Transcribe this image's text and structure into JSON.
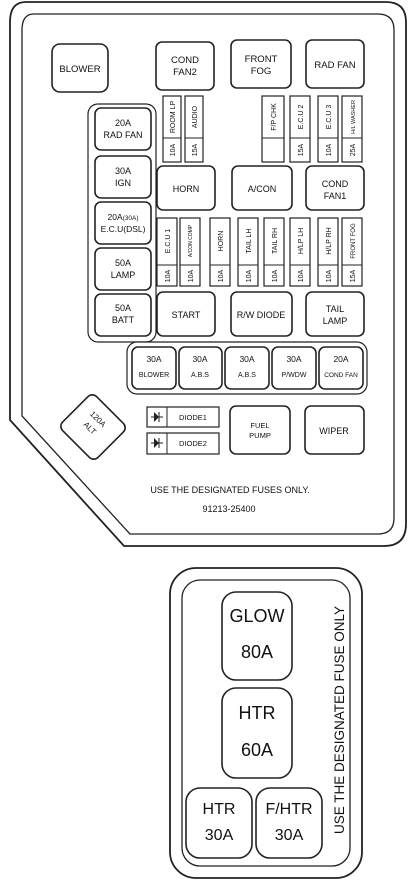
{
  "upper_panel": {
    "top_relays": {
      "blower": "BLOWER",
      "cond_fan2": [
        "COND",
        "FAN2"
      ],
      "front_fog": [
        "FRONT",
        "FOG"
      ],
      "rad_fan": "RAD FAN"
    },
    "left_fuses": [
      {
        "amp": "20A",
        "name": "RAD FAN"
      },
      {
        "amp": "30A",
        "name": "IGN"
      },
      {
        "amp": "20A(30A)",
        "amp_main": "20A",
        "amp_alt": "(30A)",
        "name": "E.C.U(DSL)"
      },
      {
        "amp": "50A",
        "name": "LAMP"
      },
      {
        "amp": "50A",
        "name": "BATT"
      }
    ],
    "mini_fuses_row1": [
      {
        "name": "ROOM LP",
        "amp": "10A"
      },
      {
        "name": "AUDIO",
        "amp": "15A"
      },
      {
        "name": "F/P CHK",
        "amp": ""
      },
      {
        "name": "E.C.U 2",
        "amp": "15A"
      },
      {
        "name": "E.C.U 3",
        "amp": "10A"
      },
      {
        "name": "H/L WASHER",
        "amp": "25A"
      }
    ],
    "mid_relays": {
      "horn": "HORN",
      "a_con": "A/CON",
      "cond_fan1": [
        "COND",
        "FAN1"
      ]
    },
    "mini_fuses_row2": [
      {
        "name": "E.C.U 1",
        "amp": "10A"
      },
      {
        "name": "A/CON COMP",
        "amp": "10A"
      },
      {
        "name": "HORN",
        "amp": "10A"
      },
      {
        "name": "TAIL LH",
        "amp": "10A"
      },
      {
        "name": "TAIL RH",
        "amp": "10A"
      },
      {
        "name": "H/LP LH",
        "amp": "10A"
      },
      {
        "name": "H/LP RH",
        "amp": "10A"
      },
      {
        "name": "FRONT FOG",
        "amp": "15A"
      }
    ],
    "lower_relays": {
      "start": "START",
      "rw_diode": "R/W DIODE",
      "tail_lamp": [
        "TAIL",
        "LAMP"
      ]
    },
    "bottom_fuses": [
      {
        "amp": "30A",
        "name": "BLOWER"
      },
      {
        "amp": "30A",
        "name": "A.B.S"
      },
      {
        "amp": "30A",
        "name": "A.B.S"
      },
      {
        "amp": "30A",
        "name": "P/WDW"
      },
      {
        "amp": "20A",
        "name": "COND FAN"
      }
    ],
    "alt_fuse": {
      "amp": "120A",
      "name": "ALT"
    },
    "diodes": [
      "DIODE1",
      "DIODE2"
    ],
    "fuel_pump": [
      "FUEL",
      "PUMP"
    ],
    "wiper": "WIPER",
    "note": "USE THE DESIGNATED FUSES ONLY.",
    "part_number": "91213-25400"
  },
  "lower_panel": {
    "glow": {
      "name": "GLOW",
      "amp": "80A"
    },
    "htr": {
      "name": "HTR",
      "amp": "60A"
    },
    "htr_small": {
      "name": "HTR",
      "amp": "30A"
    },
    "f_htr": {
      "name": "F/HTR",
      "amp": "30A"
    },
    "note": "USE THE DESIGNATED FUSE ONLY"
  }
}
